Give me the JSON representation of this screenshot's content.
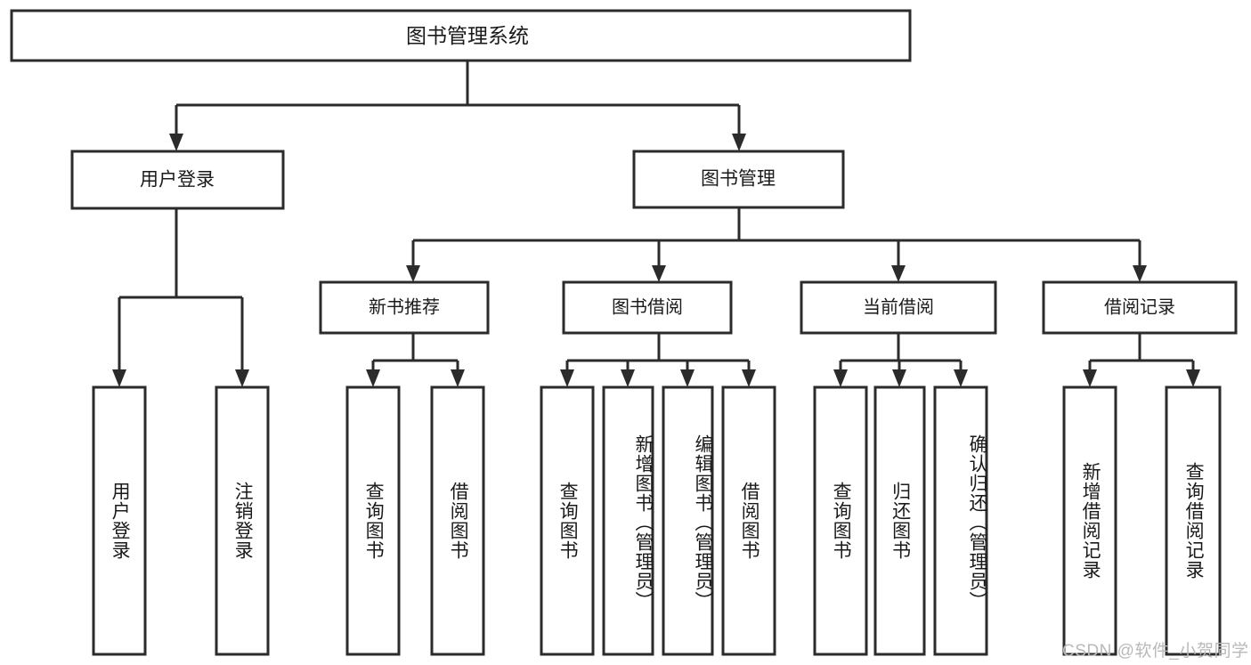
{
  "diagram": {
    "type": "tree",
    "title": "图书管理系统",
    "orientation": "top-down",
    "levels": 4,
    "colors": {
      "box_fill": "#ffffff",
      "box_stroke": "#2b2b2b",
      "connector": "#2b2b2b",
      "text": "#1a1a1a",
      "watermark": "#b9b9b9",
      "background": "#ffffff"
    },
    "root": {
      "label": "图书管理系统",
      "id": "root-system"
    },
    "level1": [
      {
        "id": "user-login",
        "label": "用户登录"
      },
      {
        "id": "book-management",
        "label": "图书管理"
      }
    ],
    "level2": [
      {
        "id": "new-book-recommend",
        "label": "新书推荐",
        "parent": "book-management"
      },
      {
        "id": "book-borrow",
        "label": "图书借阅",
        "parent": "book-management"
      },
      {
        "id": "current-borrow",
        "label": "当前借阅",
        "parent": "book-management"
      },
      {
        "id": "borrow-record",
        "label": "借阅记录",
        "parent": "book-management"
      }
    ],
    "leaves": {
      "user-login": [
        {
          "id": "leaf-user-login",
          "label": "用户登录"
        },
        {
          "id": "leaf-user-logout",
          "label": "注销登录"
        }
      ],
      "new-book-recommend": [
        {
          "id": "leaf-query-book-1",
          "label": "查询图书"
        },
        {
          "id": "leaf-borrow-book-1",
          "label": "借阅图书"
        }
      ],
      "book-borrow": [
        {
          "id": "leaf-query-book-2",
          "label": "查询图书"
        },
        {
          "id": "leaf-add-book-admin",
          "label": "新增图书（管理员）"
        },
        {
          "id": "leaf-edit-book-admin",
          "label": "编辑图书（管理员）"
        },
        {
          "id": "leaf-borrow-book-2",
          "label": "借阅图书"
        }
      ],
      "current-borrow": [
        {
          "id": "leaf-query-book-3",
          "label": "查询图书"
        },
        {
          "id": "leaf-return-book",
          "label": "归还图书"
        },
        {
          "id": "leaf-confirm-return-admin",
          "label": "确认归还（管理员）"
        }
      ],
      "borrow-record": [
        {
          "id": "leaf-add-borrow-record",
          "label": "新增借阅记录"
        },
        {
          "id": "leaf-query-borrow-record",
          "label": "查询借阅记录"
        }
      ]
    }
  },
  "watermark": {
    "text": "CSDN @软件_小贺同学"
  }
}
